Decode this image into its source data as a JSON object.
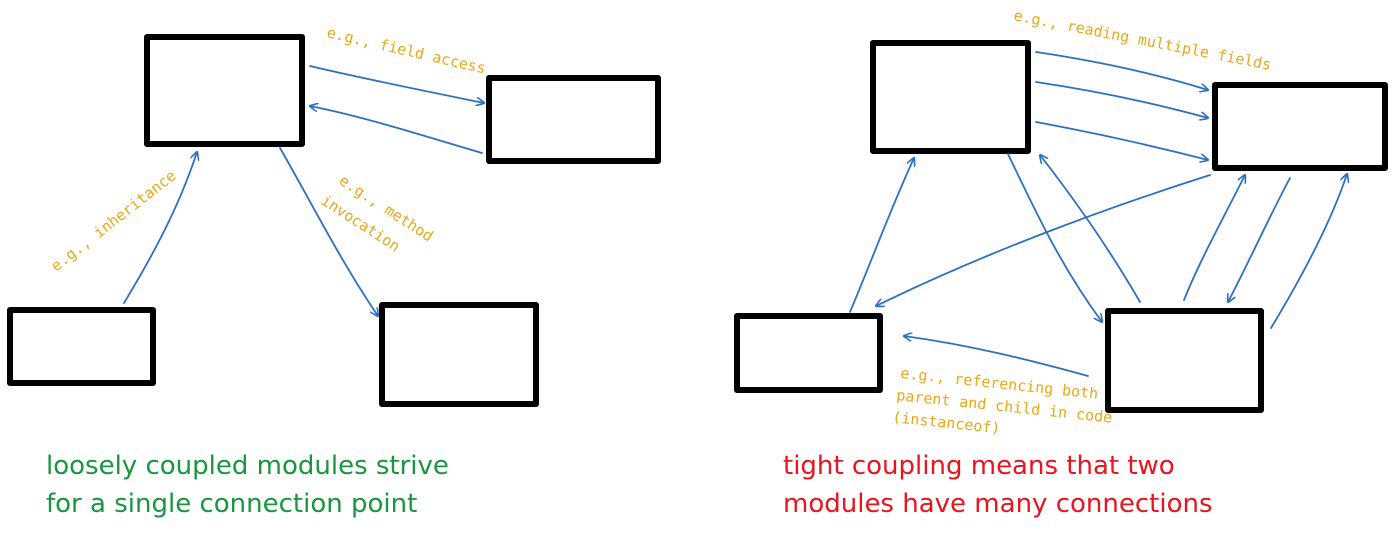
{
  "colors": {
    "annotation": "#e8a817",
    "arrow": "#2e6fc2",
    "box": "#000000",
    "loose_caption": "#1a9641",
    "tight_caption": "#e8141f"
  },
  "loose": {
    "notes": {
      "field_access": "e.g., field access",
      "inheritance": "e.g., inheritance",
      "method_line1": "e.g., method",
      "method_line2": "invocation"
    },
    "caption": {
      "line1": "loosely coupled modules strive",
      "line2": "for a single connection point"
    }
  },
  "tight": {
    "notes": {
      "multiple_fields": "e.g., reading multiple fields",
      "referencing_line1": "e.g., referencing both",
      "referencing_line2": "parent and child in code",
      "referencing_line3": "(instanceof)"
    },
    "caption": {
      "line1": "tight coupling means that two",
      "line2": "modules have many connections"
    }
  }
}
